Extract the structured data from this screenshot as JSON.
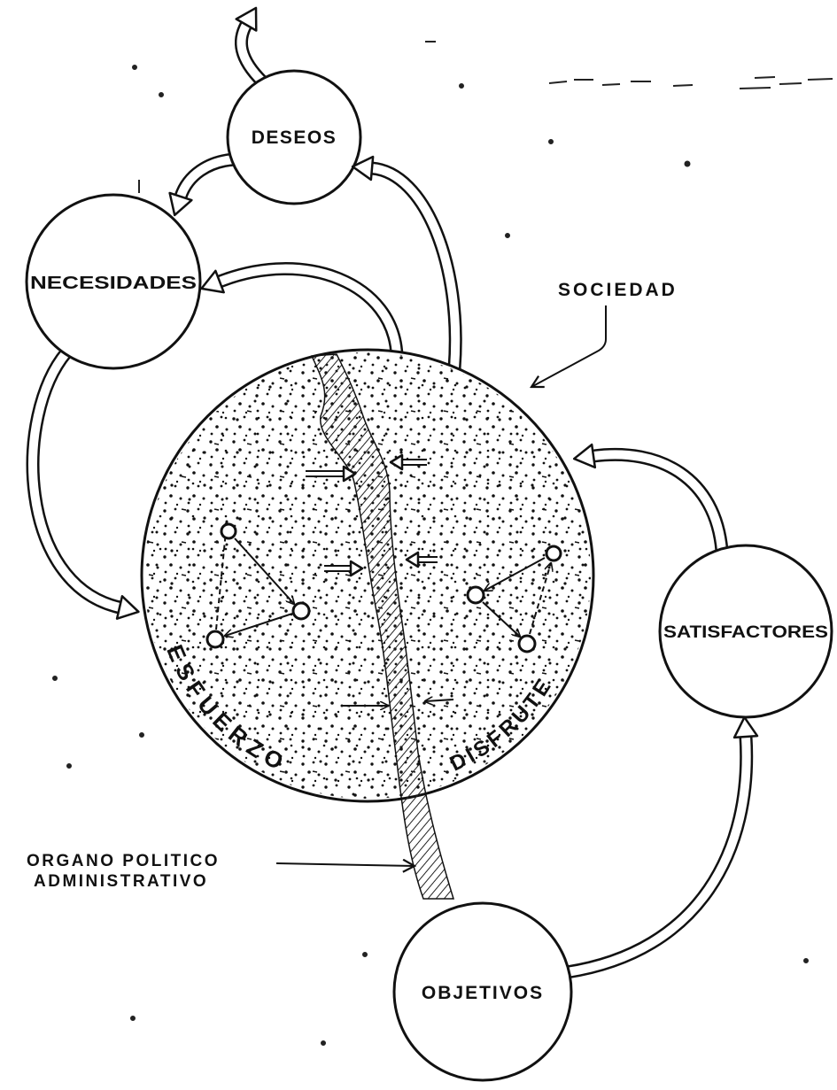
{
  "diagram": {
    "deseos": "DESEOS",
    "necesidades": "NECESIDADES",
    "satisfactores": "SATISFACTORES",
    "objetivos": "OBJETIVOS",
    "sociedad": "SOCIEDAD",
    "esfuerzo": "ESFUERZO",
    "disfrute": "DISFRUTE",
    "organo": [
      "ORGANO POLITICO",
      "ADMINISTRATIVO"
    ]
  },
  "colors": {
    "ink": "#111111",
    "paper": "#ffffff"
  }
}
